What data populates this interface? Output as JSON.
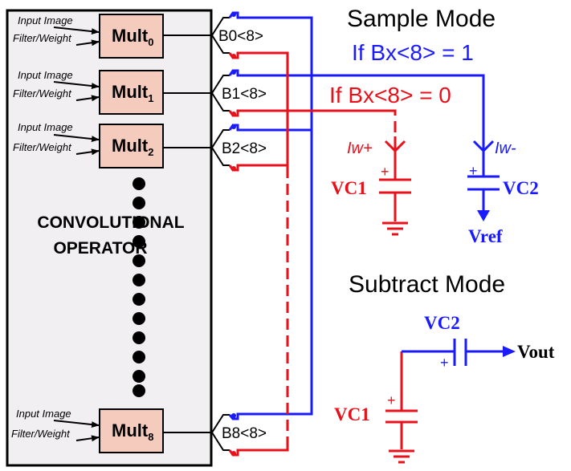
{
  "colors": {
    "blue": "#1a1aff",
    "red": "#e8101a",
    "black": "#000000",
    "block_fill": "#f2eff2",
    "mult_fill": "#f4cbbd"
  },
  "titles": {
    "sample_mode": "Sample Mode",
    "subtract_mode": "Subtract Mode",
    "if_one": "If Bx<8> = 1",
    "if_zero": "If Bx<8> = 0"
  },
  "operator": {
    "line1": "CONVOLUTIONAL",
    "line2": "OPERATOR"
  },
  "inputs": {
    "image": "Input Image",
    "weight": "Filter/Weight"
  },
  "multipliers": [
    {
      "label": "Mult",
      "sub": "0",
      "switch": "B0<8>"
    },
    {
      "label": "Mult",
      "sub": "1",
      "switch": "B1<8>"
    },
    {
      "label": "Mult",
      "sub": "2",
      "switch": "B2<8>"
    },
    {
      "label": "Mult",
      "sub": "8",
      "switch": "B8<8>"
    }
  ],
  "sample": {
    "iw_plus": "Iw+",
    "iw_minus": "Iw-",
    "vc1": "VC1",
    "vc2": "VC2",
    "vref": "Vref",
    "plus": "+"
  },
  "subtract": {
    "vc1": "VC1",
    "vc2": "VC2",
    "vout": "Vout",
    "plus": "+"
  }
}
